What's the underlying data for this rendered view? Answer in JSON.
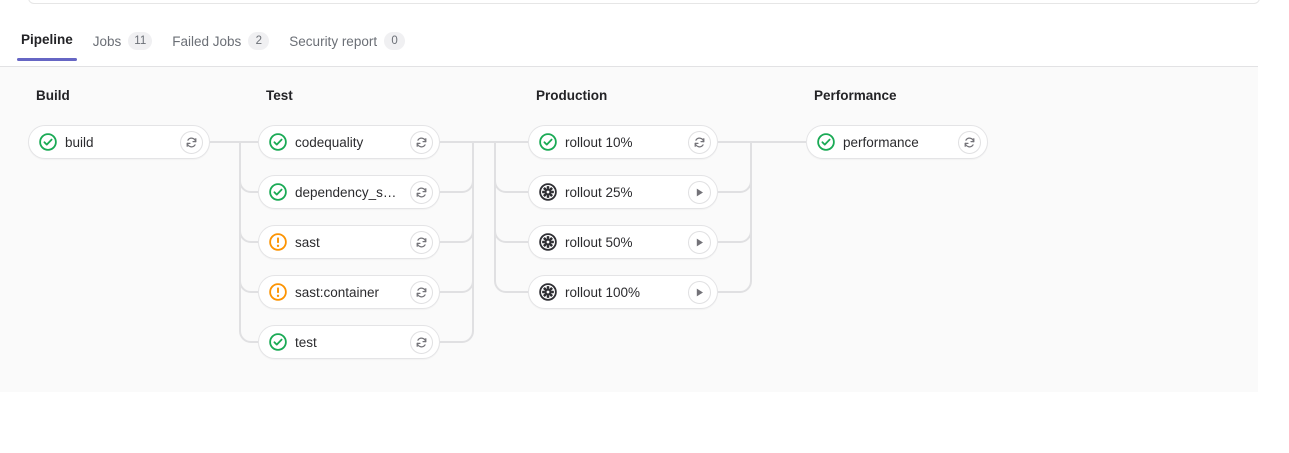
{
  "tabs": [
    {
      "label": "Pipeline",
      "badge": null,
      "active": true,
      "name": "tab-pipeline"
    },
    {
      "label": "Jobs",
      "badge": "11",
      "active": false,
      "name": "tab-jobs"
    },
    {
      "label": "Failed Jobs",
      "badge": "2",
      "active": false,
      "name": "tab-failed-jobs"
    },
    {
      "label": "Security report",
      "badge": "0",
      "active": false,
      "name": "tab-security-report"
    }
  ],
  "colors": {
    "success": "#1aaa55",
    "warning": "#fc9403",
    "manual": "#2e2e33",
    "accent": "#6666c4",
    "panel_bg": "#fafafa",
    "connector": "#e0e0e2"
  },
  "pipeline": {
    "stages": [
      {
        "name": "Build",
        "jobs": [
          {
            "label": "build",
            "status": "success",
            "action": "retry"
          }
        ]
      },
      {
        "name": "Test",
        "jobs": [
          {
            "label": "codequality",
            "status": "success",
            "action": "retry"
          },
          {
            "label": "dependency_s…",
            "status": "success",
            "action": "retry"
          },
          {
            "label": "sast",
            "status": "warning",
            "action": "retry"
          },
          {
            "label": "sast:container",
            "status": "warning",
            "action": "retry"
          },
          {
            "label": "test",
            "status": "success",
            "action": "retry"
          }
        ]
      },
      {
        "name": "Production",
        "jobs": [
          {
            "label": "rollout 10%",
            "status": "success",
            "action": "retry"
          },
          {
            "label": "rollout 25%",
            "status": "manual",
            "action": "play"
          },
          {
            "label": "rollout 50%",
            "status": "manual",
            "action": "play"
          },
          {
            "label": "rollout 100%",
            "status": "manual",
            "action": "play"
          }
        ]
      },
      {
        "name": "Performance",
        "jobs": [
          {
            "label": "performance",
            "status": "success",
            "action": "retry"
          }
        ]
      }
    ]
  }
}
